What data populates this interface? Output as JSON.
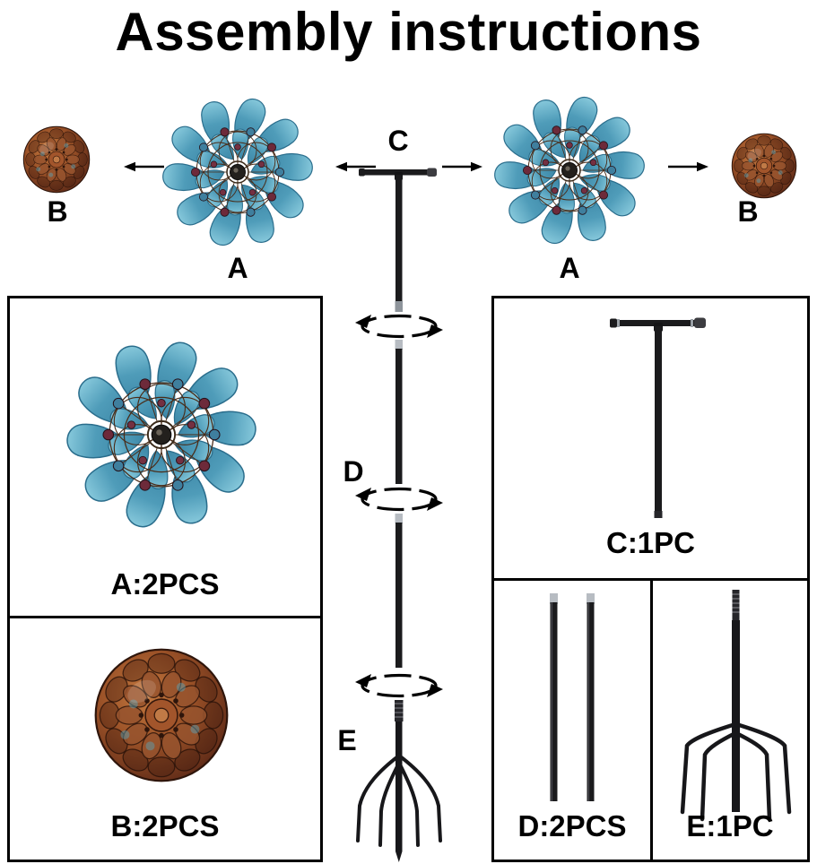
{
  "title": "Assembly instructions",
  "top_row": {
    "left_ball_label": "B",
    "left_spinner_label": "A",
    "pole_label": "C",
    "right_spinner_label": "A",
    "right_ball_label": "B"
  },
  "assembly": {
    "upper_joint_label": "D",
    "stake_label": "E"
  },
  "boxes": {
    "a_label": "A:2PCS",
    "b_label": "B:2PCS",
    "c_label": "C:1PC",
    "d_label": "D:2PCS",
    "e_label": "E:1PC"
  },
  "colors": {
    "petal_blue": "#4f9cb9",
    "petal_blue_light": "#86c8db",
    "copper": "#9a5127",
    "copper_dark": "#431d10",
    "pole_black": "#1b1b1d",
    "silver_joint": "#b7bcc2",
    "wire_brown": "#4a2c18",
    "bead_maroon": "#6d2a3a",
    "bead_blue": "#3f7f9e",
    "outline": "#000000"
  },
  "icons": {
    "arrow_left": "arrow-left-icon",
    "arrow_right": "arrow-right-icon",
    "rotation": "rotation-arrows-icon"
  }
}
